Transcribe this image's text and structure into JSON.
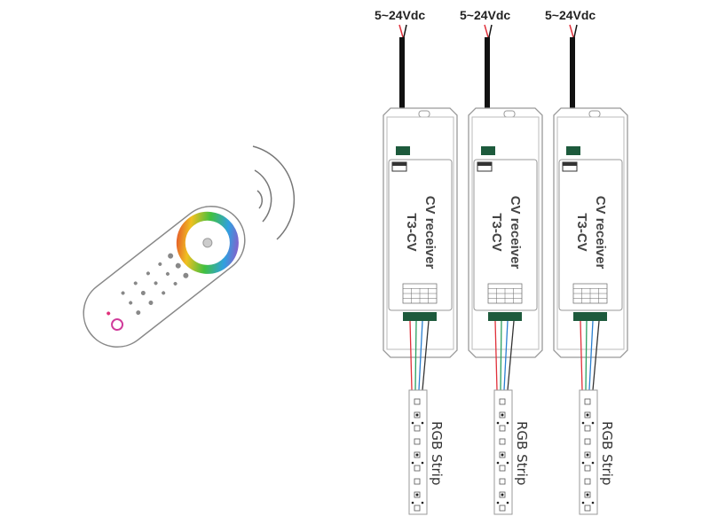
{
  "receivers": [
    {
      "voltage_label": "5~24Vdc",
      "title": "CV receiver",
      "model": "T3-CV",
      "strip_label": "RGB Strip"
    },
    {
      "voltage_label": "5~24Vdc",
      "title": "CV receiver",
      "model": "T3-CV",
      "strip_label": "RGB Strip"
    },
    {
      "voltage_label": "5~24Vdc",
      "title": "CV receiver",
      "model": "T3-CV",
      "strip_label": "RGB Strip"
    }
  ],
  "colors": {
    "red_wire": "#e0303a",
    "black_wire": "#111111",
    "green_wire": "#2aa060",
    "blue_wire": "#2a7fd0",
    "outline": "#9a9a9a",
    "terminal": "#1d5a3c"
  }
}
